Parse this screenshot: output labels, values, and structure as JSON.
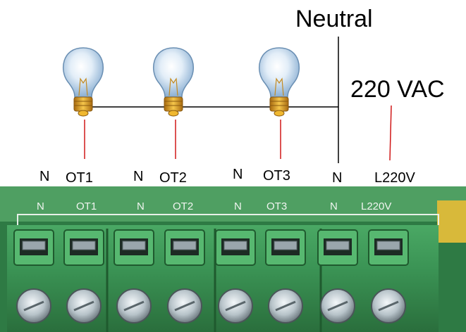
{
  "title_neutral": "Neutral",
  "title_voltage": "220 VAC",
  "bottom_labels": [
    "N",
    "OT1",
    "N",
    "OT2",
    "N",
    "OT3",
    "N",
    "L220V"
  ],
  "board_silkscreen": [
    "N",
    "OT1",
    "N",
    "OT2",
    "N",
    "OT3",
    "N",
    "L220V"
  ],
  "icons": {
    "bulb": "light-bulb-icon"
  },
  "colors": {
    "wire_black": "#000000",
    "wire_red": "#d01818",
    "terminal_green": "#3fa35a",
    "terminal_dark": "#2b7a3d",
    "screw": "#c8d2d6"
  }
}
